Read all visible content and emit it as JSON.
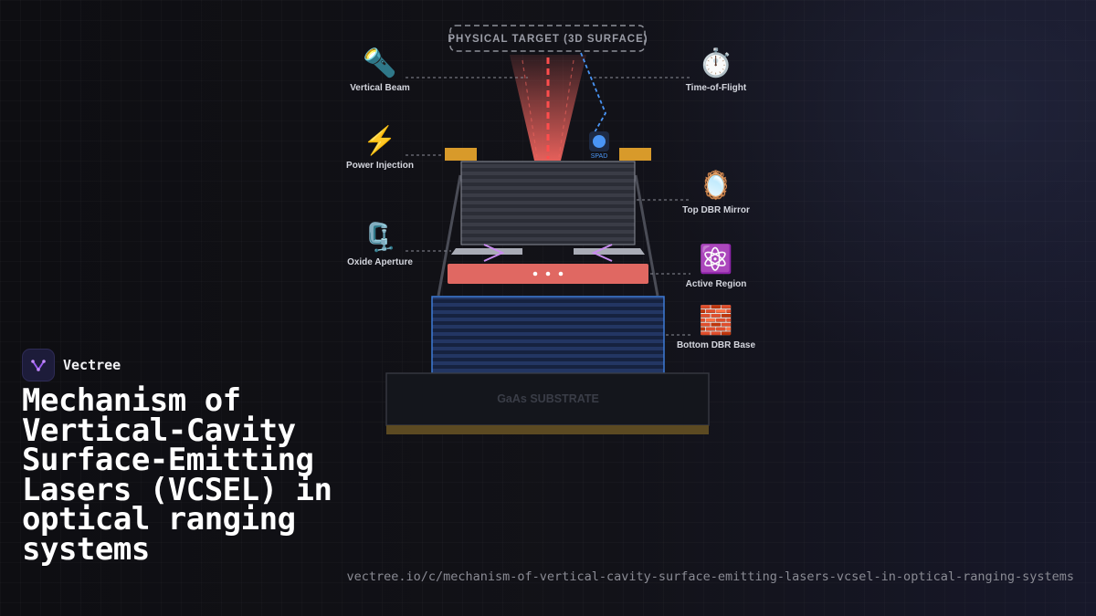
{
  "diagram": {
    "target_label": "PHYSICAL TARGET (3D SURFACE)",
    "substrate_label": "GaAs SUBSTRATE",
    "spad_label": "SPAD",
    "callouts": [
      {
        "id": "vertical-beam",
        "label": "Vertical Beam",
        "icon": "flashlight-icon",
        "glyph": "🔦"
      },
      {
        "id": "power-injection",
        "label": "Power Injection",
        "icon": "lightning-icon",
        "glyph": "⚡"
      },
      {
        "id": "oxide-aperture",
        "label": "Oxide Aperture",
        "icon": "clamp-icon",
        "glyph": "🗜️"
      },
      {
        "id": "time-of-flight",
        "label": "Time-of-Flight",
        "icon": "stopwatch-icon",
        "glyph": "⏱️"
      },
      {
        "id": "top-dbr-mirror",
        "label": "Top DBR Mirror",
        "icon": "mirror-icon",
        "glyph": "🪞"
      },
      {
        "id": "active-region",
        "label": "Active Region",
        "icon": "atom-icon",
        "glyph": "⚛️"
      },
      {
        "id": "bottom-dbr-base",
        "label": "Bottom DBR Base",
        "icon": "bricks-icon",
        "glyph": "🧱"
      }
    ],
    "colors": {
      "beam": "#f0645e",
      "contact": "#d89a2a",
      "active": "#e06862",
      "bottom_dbr": "#3d7bd6",
      "spad": "#4a95f5",
      "aperture_arrow": "#c98cf0"
    }
  },
  "brand": {
    "name": "Vectree",
    "logo_icon": "vectree-logo-icon"
  },
  "title": "Mechanism of Vertical-Cavity Surface-Emitting Lasers (VCSEL) in optical ranging systems",
  "url": "vectree.io/c/mechanism-of-vertical-cavity-surface-emitting-lasers-vcsel-in-optical-ranging-systems"
}
